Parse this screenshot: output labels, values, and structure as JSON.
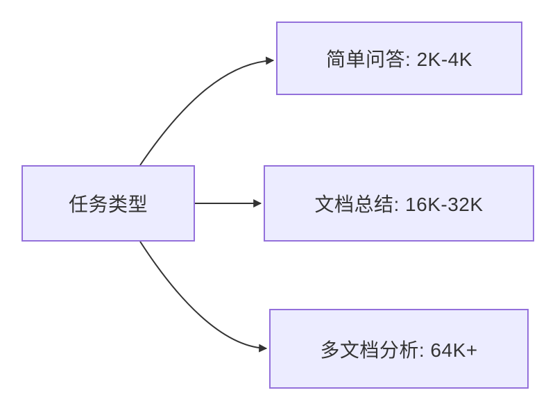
{
  "diagram": {
    "type": "flowchart",
    "direction": "left-to-right",
    "root": {
      "id": "task-type",
      "label": "任务类型"
    },
    "branches": [
      {
        "id": "simple-qa",
        "label": "简单问答: 2K-4K"
      },
      {
        "id": "doc-summary",
        "label": "文档总结: 16K-32K"
      },
      {
        "id": "multi-doc-analysis",
        "label": "多文档分析: 64K+"
      }
    ],
    "edges": [
      {
        "from": "task-type",
        "to": "simple-qa"
      },
      {
        "from": "task-type",
        "to": "doc-summary"
      },
      {
        "from": "task-type",
        "to": "multi-doc-analysis"
      }
    ],
    "colors": {
      "background": "#FFFFFF",
      "node_fill": "#ECECFF",
      "node_border": "#9370DB",
      "edge": "#333333",
      "text": "#333333"
    }
  }
}
